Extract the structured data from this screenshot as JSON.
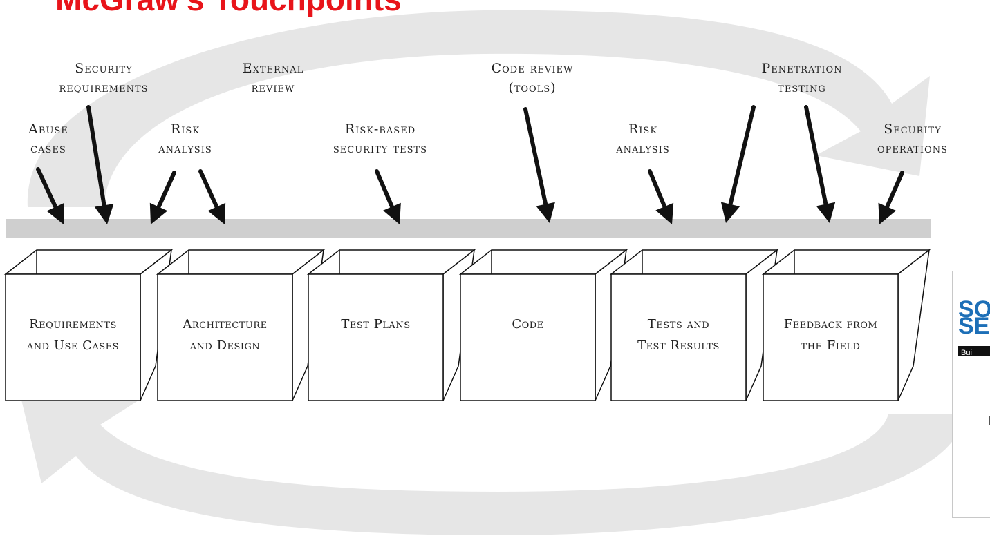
{
  "title": "McGraw's Touchpoints",
  "colors": {
    "title": "#e8141a",
    "cycle_arrow": "#e6e6e6",
    "bar": "#cfcfcf",
    "ink": "#111111"
  },
  "touchpoints": [
    {
      "id": "security-requirements",
      "lines": [
        "Security",
        "requirements"
      ]
    },
    {
      "id": "external-review",
      "lines": [
        "External",
        "review"
      ]
    },
    {
      "id": "code-review-tools",
      "lines": [
        "Code review",
        "(tools)"
      ]
    },
    {
      "id": "penetration-testing",
      "lines": [
        "Penetration",
        "testing"
      ]
    },
    {
      "id": "abuse-cases",
      "lines": [
        "Abuse",
        "cases"
      ]
    },
    {
      "id": "risk-analysis-1",
      "lines": [
        "Risk",
        "analysis"
      ]
    },
    {
      "id": "risk-based-security-tests",
      "lines": [
        "Risk-based",
        "security tests"
      ]
    },
    {
      "id": "risk-analysis-2",
      "lines": [
        "Risk",
        "analysis"
      ]
    },
    {
      "id": "security-operations",
      "lines": [
        "Security",
        "operations"
      ]
    }
  ],
  "stages": [
    {
      "id": "requirements-and-use-cases",
      "lines": [
        "Requirements",
        "and Use Cases"
      ]
    },
    {
      "id": "architecture-and-design",
      "lines": [
        "Architecture",
        "and Design"
      ]
    },
    {
      "id": "test-plans",
      "lines": [
        "Test Plans"
      ]
    },
    {
      "id": "code",
      "lines": [
        "Code"
      ]
    },
    {
      "id": "tests-and-test-results",
      "lines": [
        "Tests and",
        "Test Results"
      ]
    },
    {
      "id": "feedback-from-the-field",
      "lines": [
        "Feedback from",
        "the Field"
      ]
    }
  ],
  "book_cover": {
    "word1": "SO",
    "word2": "SE",
    "band": "Bui"
  }
}
